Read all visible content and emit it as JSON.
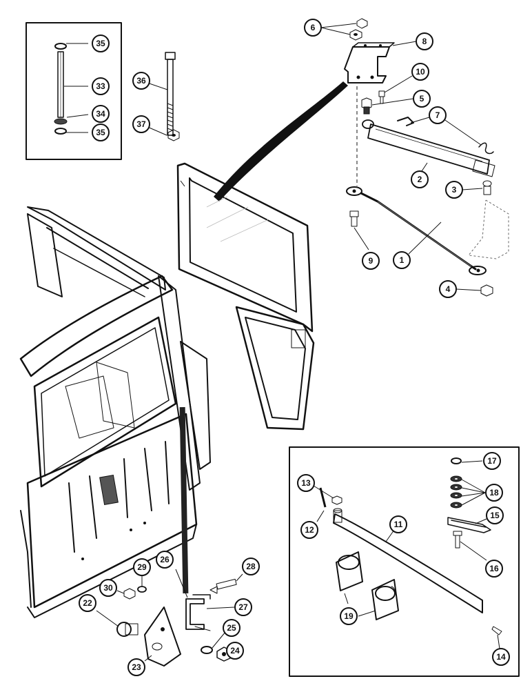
{
  "callouts": {
    "c35a": "35",
    "c33": "33",
    "c34": "34",
    "c35b": "35",
    "c36": "36",
    "c37": "37",
    "c6": "6",
    "c8": "8",
    "c10": "10",
    "c5": "5",
    "c7": "7",
    "c2": "2",
    "c3": "3",
    "c9": "9",
    "c1": "1",
    "c4": "4",
    "c13": "13",
    "c12": "12",
    "c11": "11",
    "c17": "17",
    "c18": "18",
    "c15": "15",
    "c16": "16",
    "c19": "19",
    "c14": "14",
    "c29": "29",
    "c30": "30",
    "c28": "28",
    "c26": "26",
    "c27": "27",
    "c22": "22",
    "c25": "25",
    "c24": "24",
    "c23": "23"
  }
}
